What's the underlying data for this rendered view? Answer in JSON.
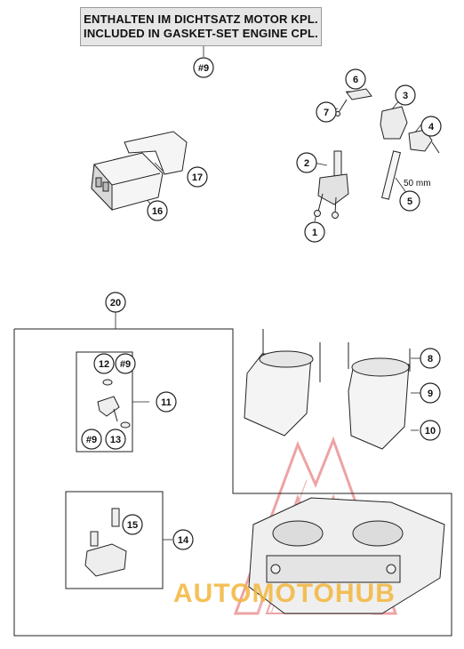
{
  "notice": {
    "line_de": "ENTHALTEN IM DICHTSATZ MOTOR KPL.",
    "line_en": "INCLUDED IN GASKET-SET ENGINE CPL."
  },
  "callouts": [
    {
      "id": "c-gasket",
      "label": "#9"
    },
    {
      "id": "c1",
      "label": "1"
    },
    {
      "id": "c2",
      "label": "2"
    },
    {
      "id": "c3",
      "label": "3"
    },
    {
      "id": "c4",
      "label": "4"
    },
    {
      "id": "c5",
      "label": "5"
    },
    {
      "id": "c6",
      "label": "6"
    },
    {
      "id": "c7",
      "label": "7"
    },
    {
      "id": "c8",
      "label": "8"
    },
    {
      "id": "c9",
      "label": "9"
    },
    {
      "id": "c10",
      "label": "10"
    },
    {
      "id": "c11",
      "label": "11"
    },
    {
      "id": "c12",
      "label": "12"
    },
    {
      "id": "c9a",
      "label": "#9"
    },
    {
      "id": "c9b",
      "label": "#9"
    },
    {
      "id": "c13",
      "label": "13"
    },
    {
      "id": "c14",
      "label": "14"
    },
    {
      "id": "c15",
      "label": "15"
    },
    {
      "id": "c16",
      "label": "16"
    },
    {
      "id": "c17",
      "label": "17"
    },
    {
      "id": "c20",
      "label": "20"
    }
  ],
  "measure_label": "50 mm",
  "watermark": {
    "text": "AUTOMOTOHUB",
    "color": "#f2b53a",
    "logo_color": "#d9534f"
  }
}
